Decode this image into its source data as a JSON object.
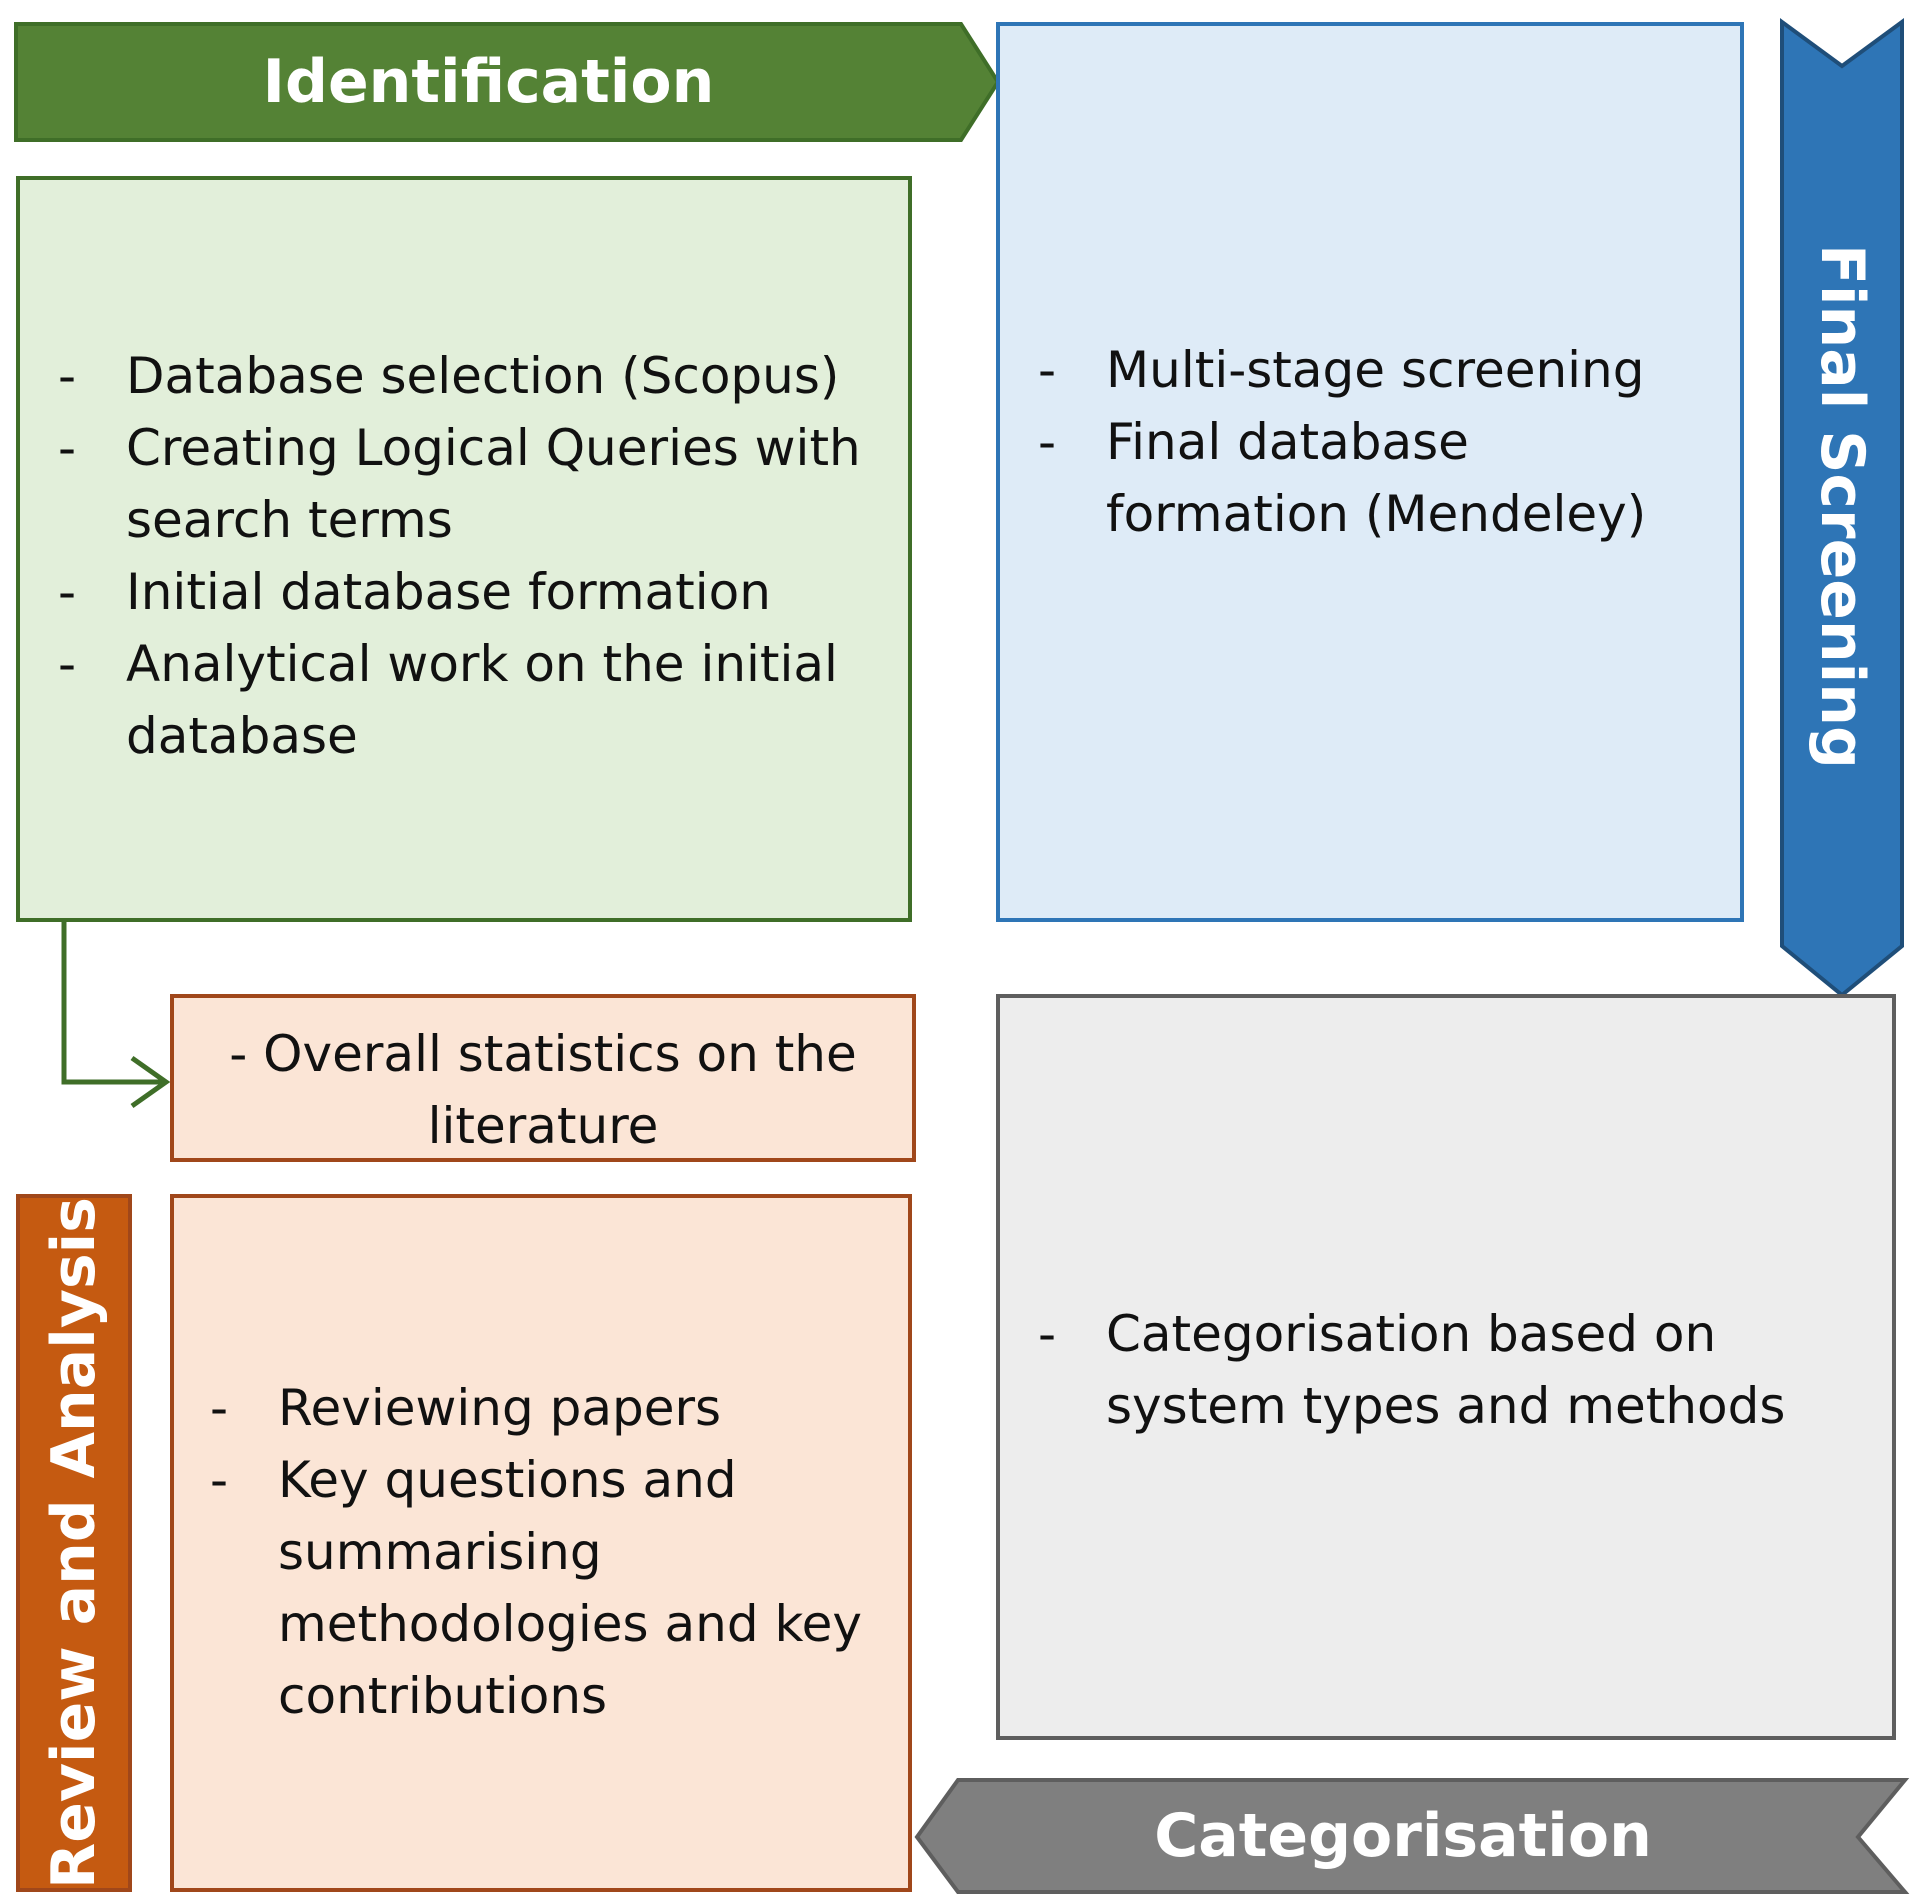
{
  "identification": {
    "label": "Identification",
    "items": [
      "Database selection (Scopus)",
      "Creating Logical Queries with search terms",
      "Initial database formation",
      "Analytical work on the initial database"
    ],
    "colors": {
      "banner": "#548235",
      "box_fill": "#e2efda",
      "border": "#3f6e28"
    }
  },
  "final_screening": {
    "label": "Final Screening",
    "items": [
      "Multi-stage screening",
      "Final database formation (Mendeley)"
    ],
    "colors": {
      "banner": "#2e75b6",
      "box_fill": "#deebf7",
      "border": "#1f4e79"
    }
  },
  "overall_stats": {
    "text": "- Overall statistics on the literature"
  },
  "review_analysis": {
    "label": "Review and Analysis",
    "items": [
      "Reviewing papers",
      "Key questions and summarising methodologies and key contributions"
    ],
    "colors": {
      "banner": "#c55a11",
      "box_fill": "#fbe5d6",
      "border": "#a0471a"
    }
  },
  "categorisation": {
    "label": "Categorisation",
    "items": [
      "Categorisation based on system types and methods"
    ],
    "colors": {
      "banner": "#7f7f7f",
      "box_fill": "#ededed",
      "border": "#5e5e5e"
    }
  }
}
